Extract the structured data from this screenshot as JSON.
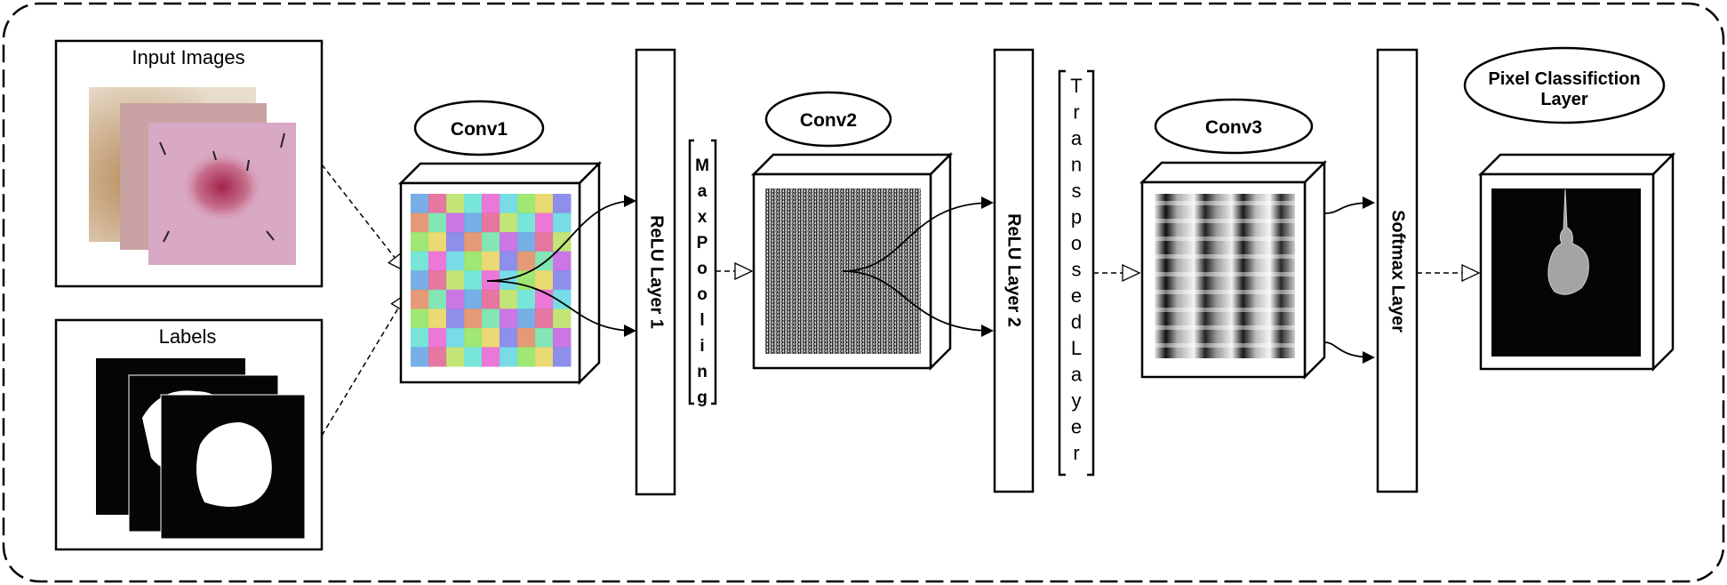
{
  "diagram": {
    "inputs": {
      "images_title": "Input Images",
      "labels_title": "Labels"
    },
    "conv1": {
      "label": "Conv1"
    },
    "relu1": {
      "label": "ReLU Layer 1"
    },
    "maxpool": {
      "label": "MaxPooling"
    },
    "conv2": {
      "label": "Conv2"
    },
    "relu2": {
      "label": "ReLU Layer 2"
    },
    "transposed": {
      "label": "TransposedLayer"
    },
    "conv3": {
      "label": "Conv3"
    },
    "softmax": {
      "label": "Softmax Layer"
    },
    "pixel_class": {
      "line1": "Pixel Classifiction",
      "line2": "Layer"
    }
  },
  "colors": {
    "stroke": "#000000",
    "background": "#ffffff",
    "skin_pink": "#d9a3b6",
    "skin_tan": "#c9a88c",
    "lesion": "#b02a4c"
  }
}
